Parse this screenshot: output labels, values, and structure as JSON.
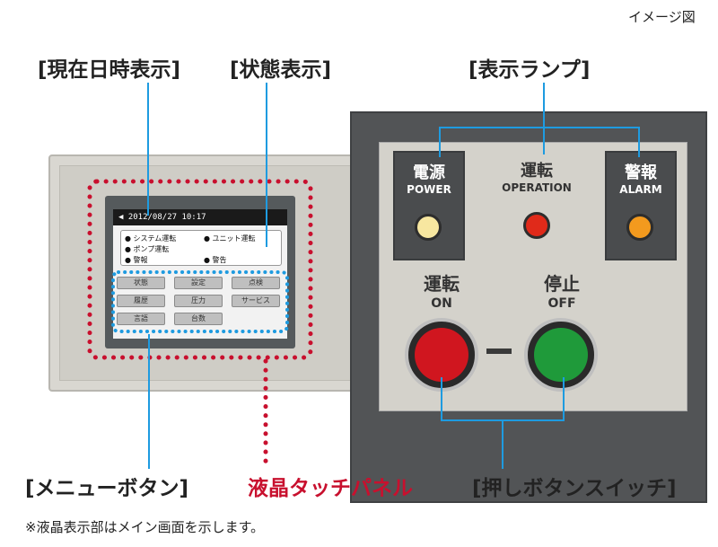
{
  "header_note": "イメージ図",
  "labels": {
    "datetime": "[現在日時表示]",
    "status": "[状態表示]",
    "lamps": "[表示ランプ]",
    "menu": "[メニューボタン]",
    "touch_panel": "液晶タッチパネル",
    "push_switch": "[押しボタンスイッチ]"
  },
  "lcd": {
    "datetime": "2012/08/27 10:17",
    "status_items": [
      "● システム運転",
      "● ユニット運転",
      "● ポンプ運転",
      "● 警報",
      "● 警告"
    ],
    "menu_buttons": [
      "状態",
      "設定",
      "点検",
      "履歴",
      "圧力",
      "サービス",
      "言語",
      "台数"
    ]
  },
  "lamps": [
    {
      "title": "電源",
      "sub": "POWER",
      "color": "#f7e7a0"
    },
    {
      "title": "運転",
      "sub": "OPERATION",
      "color": "#e02a1a"
    },
    {
      "title": "警報",
      "sub": "ALARM",
      "color": "#f39a1e"
    }
  ],
  "switches": [
    {
      "title": "運転",
      "sub": "ON",
      "color": "#d0161f"
    },
    {
      "title": "停止",
      "sub": "OFF",
      "color": "#1f9a3a"
    }
  ],
  "footnote": "※液晶表示部はメイン画面を示します。"
}
